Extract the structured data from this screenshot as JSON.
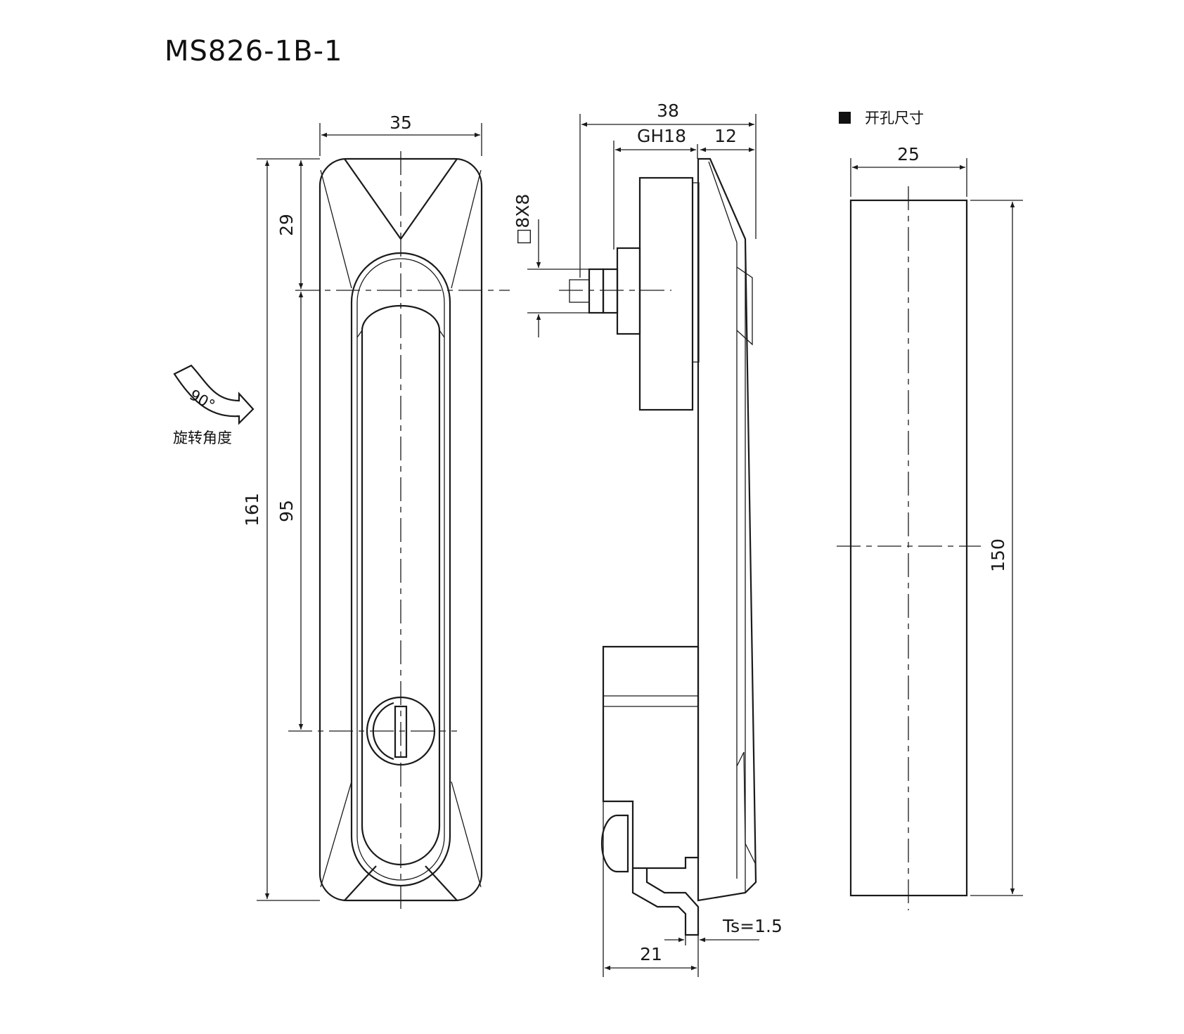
{
  "title": "MS826-1B-1",
  "front_view": {
    "dim_width": "35",
    "dim_total_height": "161",
    "dim_top_to_pivot": "29",
    "dim_pivot_to_lock": "95"
  },
  "rotation": {
    "angle_label": "90°",
    "caption": "旋转角度"
  },
  "side_view": {
    "dim_depth": "38",
    "dim_thread": "GH18",
    "dim_flange": "12",
    "dim_square": "□8X8",
    "dim_base": "21",
    "dim_thickness": "Ts=1.5"
  },
  "cutout": {
    "legend_label": "开孔尺寸",
    "dim_width": "25",
    "dim_height": "150"
  }
}
